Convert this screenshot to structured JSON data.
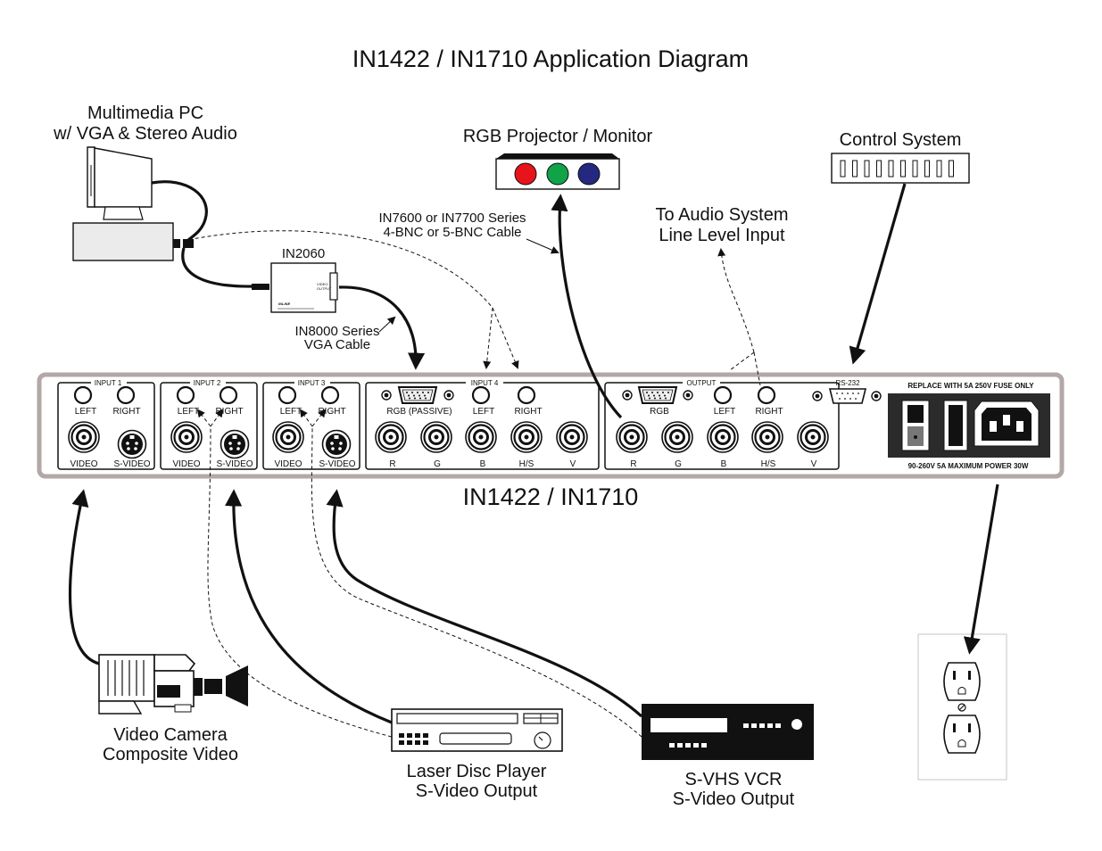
{
  "diagram": {
    "title": "IN1422 / IN1710  Application Diagram",
    "device_label": "IN1422 / IN1710",
    "pc": {
      "line1": "Multimedia PC",
      "line2": "w/ VGA & Stereo Audio"
    },
    "projector": {
      "label": "RGB Projector / Monitor",
      "lamp_colors": [
        "#e8141c",
        "#10a348",
        "#24287f"
      ]
    },
    "control": {
      "label": "Control System"
    },
    "audio": {
      "line1": "To Audio System",
      "line2": "Line Level Input"
    },
    "in2060": {
      "label": "IN2060",
      "brand": "INLINE",
      "tiny1": "VIDEO",
      "tiny2": "OUTPUT"
    },
    "bnc_cable": {
      "line1": "IN7600 or IN7700 Series",
      "line2": "4-BNC or 5-BNC Cable"
    },
    "vga_cable": {
      "line1": "IN8000 Series",
      "line2": "VGA Cable"
    },
    "camera": {
      "line1": "Video Camera",
      "line2": "Composite Video"
    },
    "laserdisc": {
      "line1": "Laser Disc Player",
      "line2": "S-Video Output"
    },
    "vcr": {
      "line1": "S-VHS VCR",
      "line2": "S-Video Output"
    },
    "panel": {
      "inputs": [
        {
          "title": "INPUT 1",
          "left": "LEFT",
          "right": "RIGHT",
          "video": "VIDEO",
          "svideo": "S-VIDEO"
        },
        {
          "title": "INPUT 2",
          "left": "LEFT",
          "right": "RIGHT",
          "video": "VIDEO",
          "svideo": "S-VIDEO"
        },
        {
          "title": "INPUT 3",
          "left": "LEFT",
          "right": "RIGHT",
          "video": "VIDEO",
          "svideo": "S-VIDEO"
        }
      ],
      "input4": {
        "title": "INPUT 4",
        "rgb": "RGB (PASSIVE)",
        "left": "LEFT",
        "right": "RIGHT",
        "bnc": [
          "R",
          "G",
          "B",
          "H/S",
          "V"
        ]
      },
      "output": {
        "title": "OUTPUT",
        "rgb": "RGB",
        "left": "LEFT",
        "right": "RIGHT",
        "bnc": [
          "R",
          "G",
          "B",
          "H/S",
          "V"
        ]
      },
      "rs232": "RS-232",
      "fuse_text": "REPLACE  WITH  5A  250V  FUSE  ONLY",
      "power_text": "90-260V  5A  MAXIMUM  POWER  30W"
    }
  }
}
